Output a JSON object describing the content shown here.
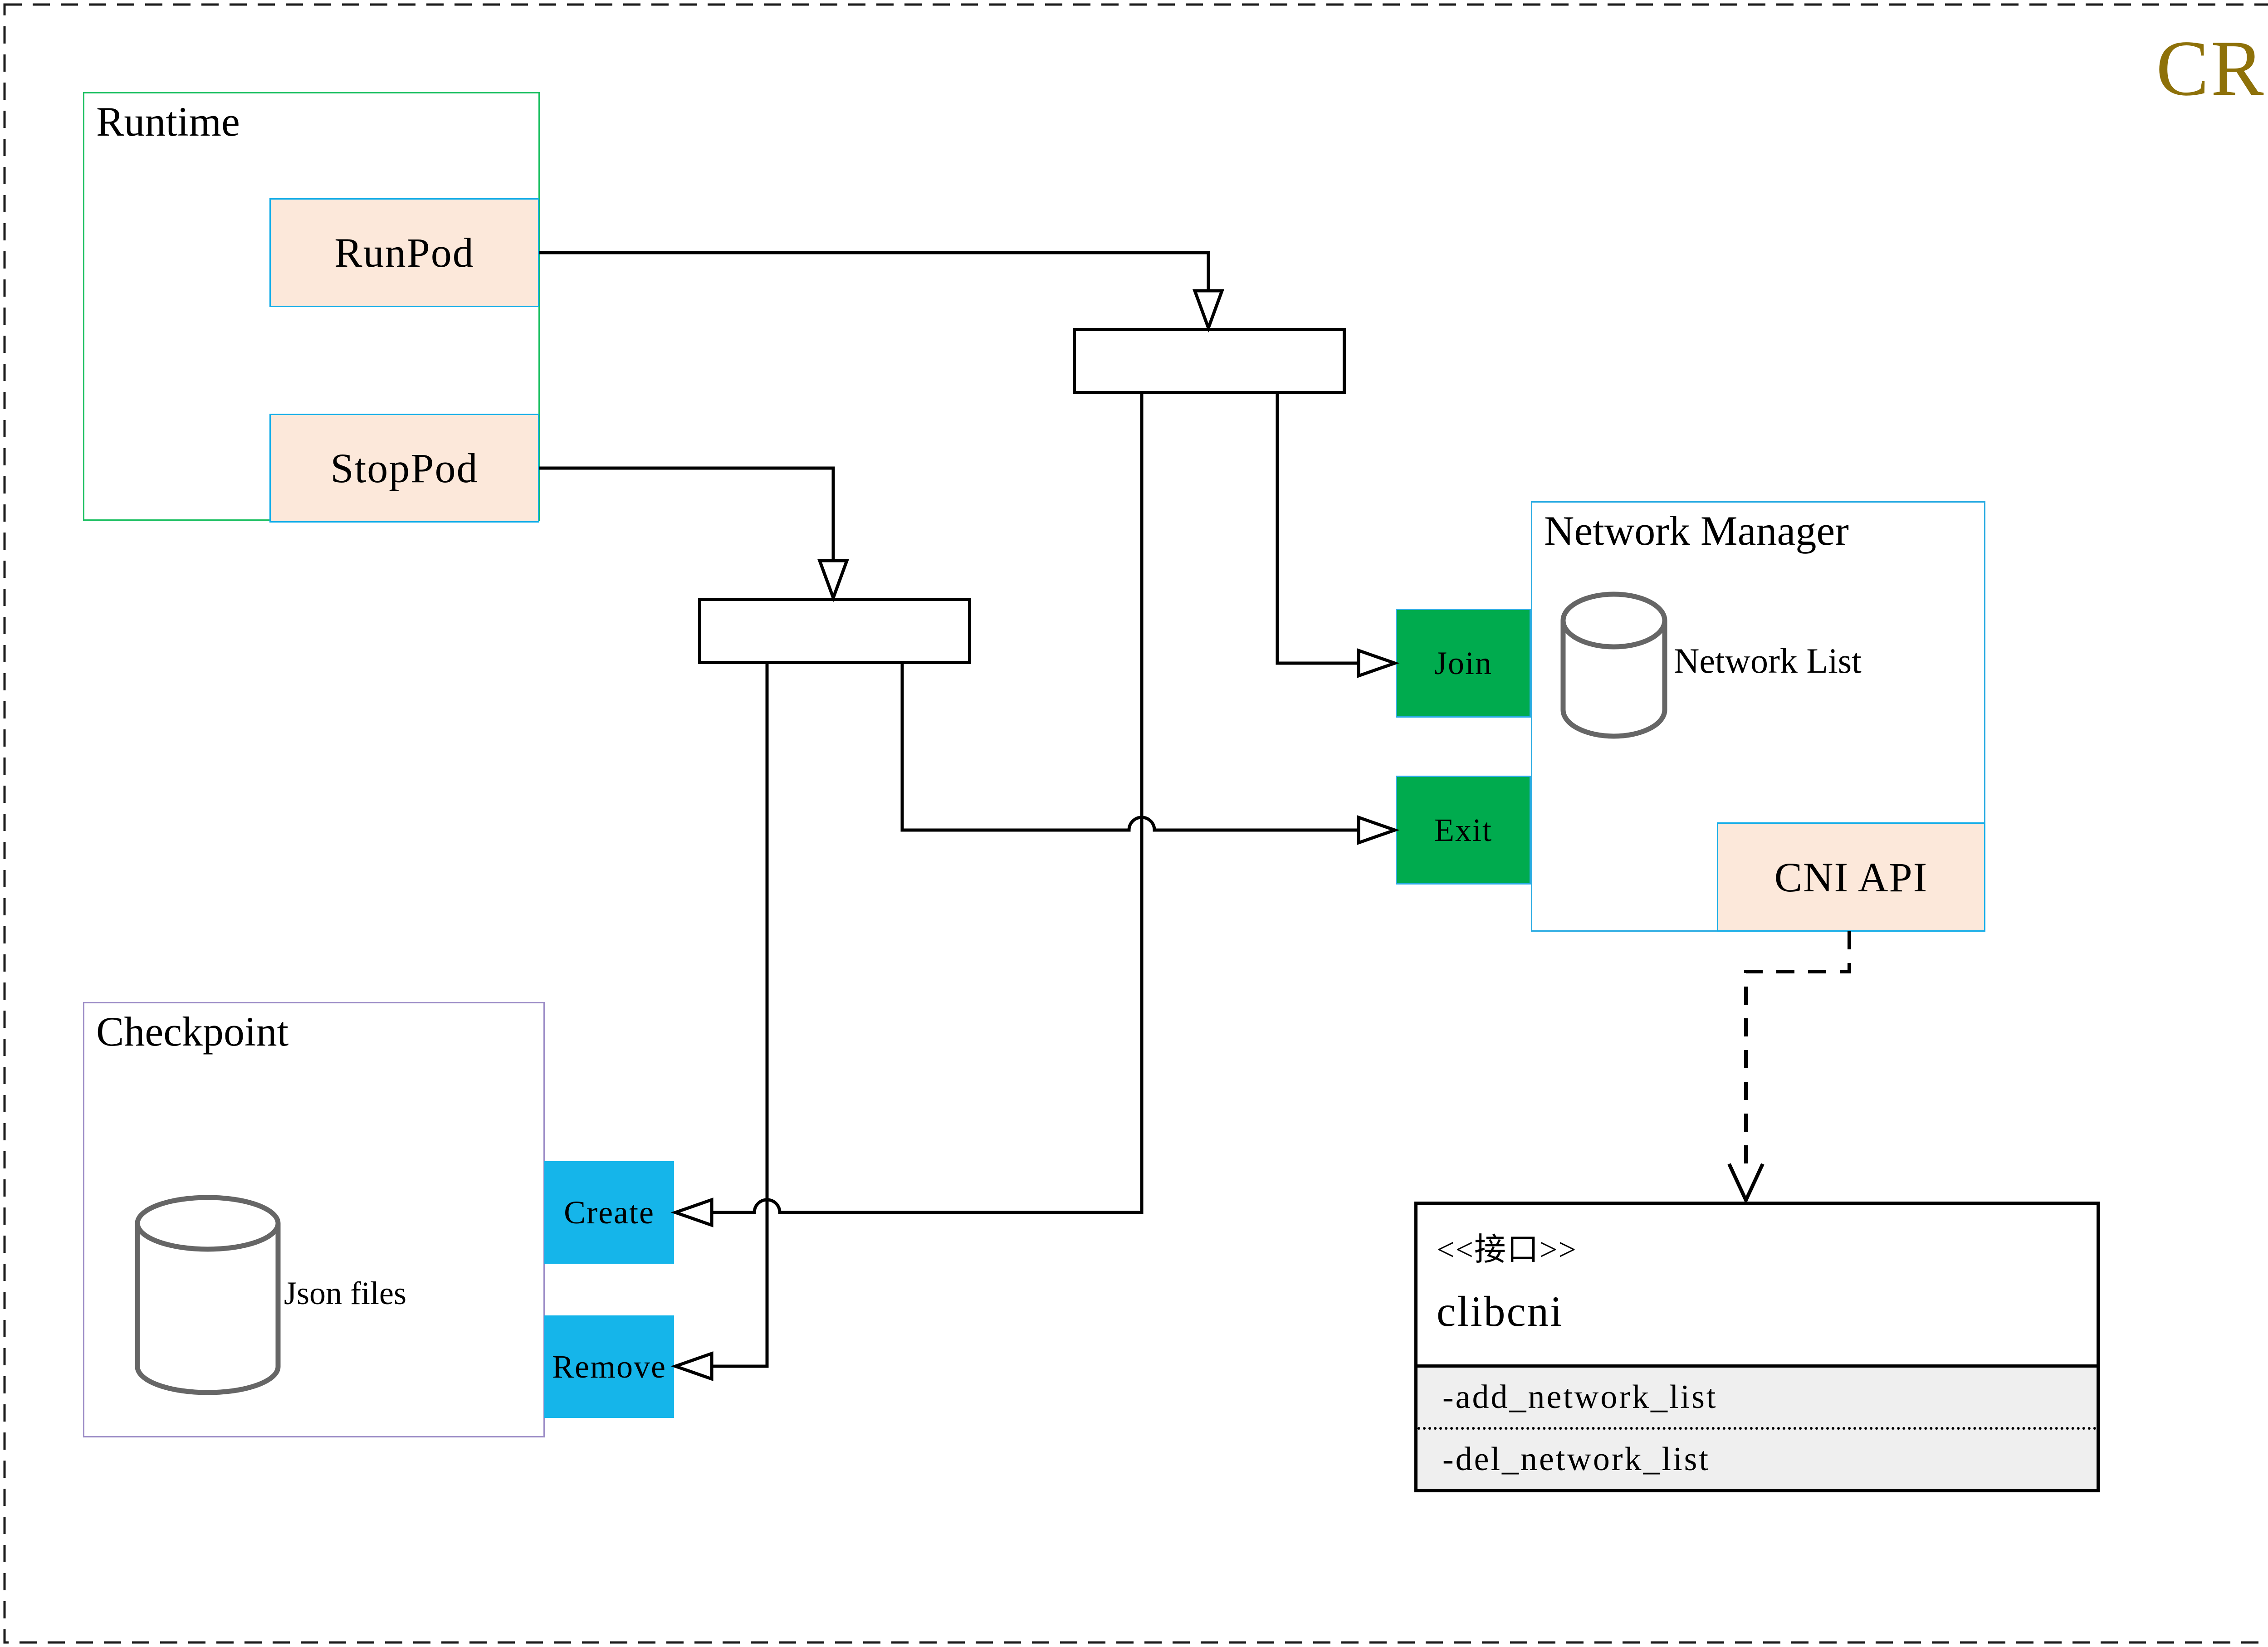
{
  "page": {
    "badge": "CRI"
  },
  "runtime": {
    "title": "Runtime",
    "runpod_label": "RunPod",
    "stoppod_label": "StopPod"
  },
  "checkpoint": {
    "title": "Checkpoint",
    "db_label": "Json files",
    "create_label": "Create",
    "remove_label": "Remove"
  },
  "network_manager": {
    "title": "Network Manager",
    "db_label": "Network List",
    "join_label": "Join",
    "exit_label": "Exit",
    "cni_api_label": "CNI API"
  },
  "clibcni": {
    "stereotype": "<<接口>>",
    "name": "clibcni",
    "methods": [
      "-add_network_list",
      "-del_network_list"
    ]
  },
  "colors": {
    "badge_gold": "#8e7109",
    "runtime_border_green": "#1ec063",
    "checkpoint_border_purple": "#9d8ec7",
    "blue_border": "#14ade8",
    "nm_border_blue": "#29abe2",
    "peach_fill": "#fce8da",
    "green_button": "#00ab4e",
    "cyan_button": "#15b5ea",
    "cylinder_stroke": "#666666",
    "clibcni_method_fill": "#efefef",
    "line_black": "#000000"
  }
}
